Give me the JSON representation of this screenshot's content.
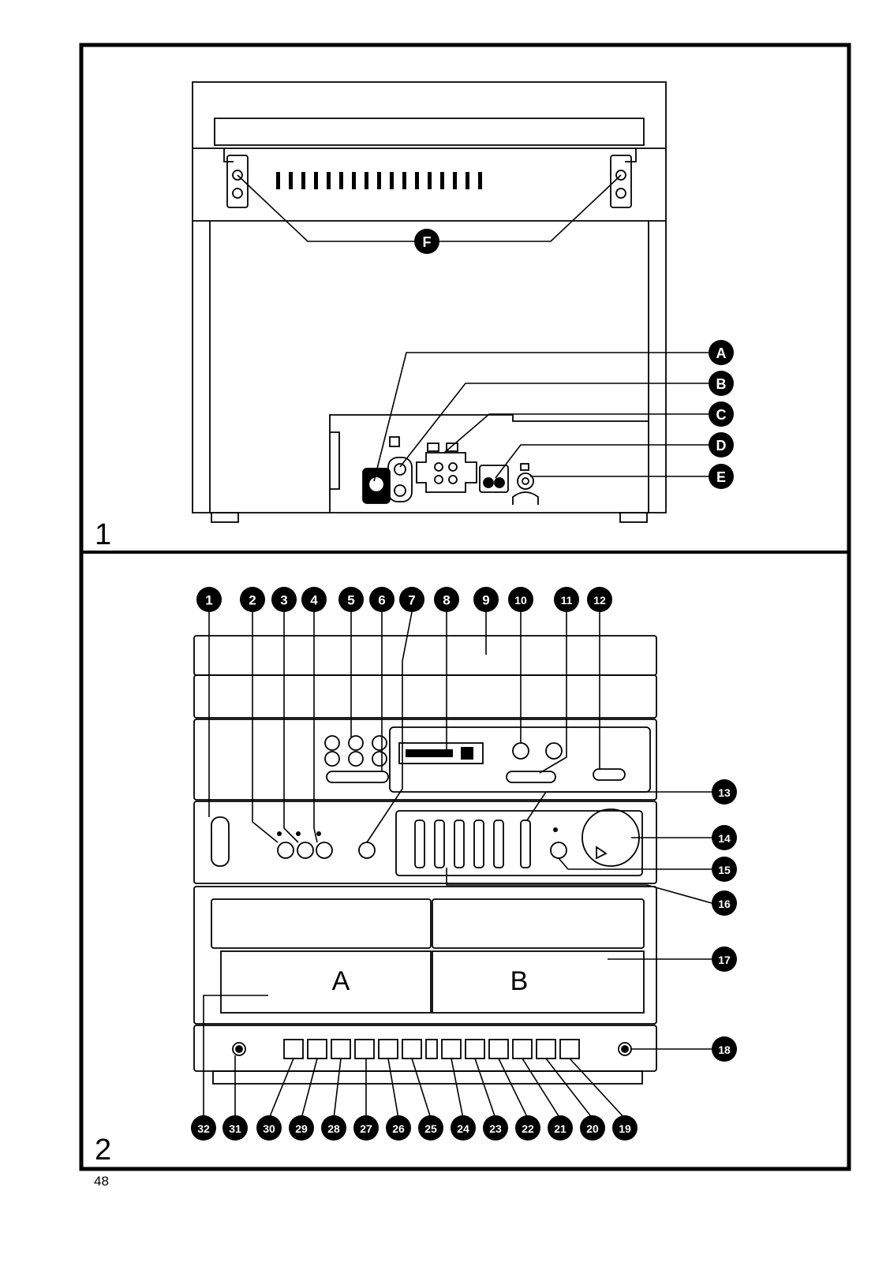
{
  "figures": [
    {
      "number": "1",
      "callouts": [
        "A",
        "B",
        "C",
        "D",
        "E",
        "F"
      ]
    },
    {
      "number": "2",
      "callouts": [
        "1",
        "2",
        "3",
        "4",
        "5",
        "6",
        "7",
        "8",
        "9",
        "10",
        "11",
        "12",
        "13",
        "14",
        "15",
        "16",
        "17",
        "18",
        "19",
        "20",
        "21",
        "22",
        "23",
        "24",
        "25",
        "26",
        "27",
        "28",
        "29",
        "30",
        "31",
        "32"
      ],
      "deck_labels": [
        "A",
        "B"
      ]
    }
  ],
  "page_number": "48"
}
